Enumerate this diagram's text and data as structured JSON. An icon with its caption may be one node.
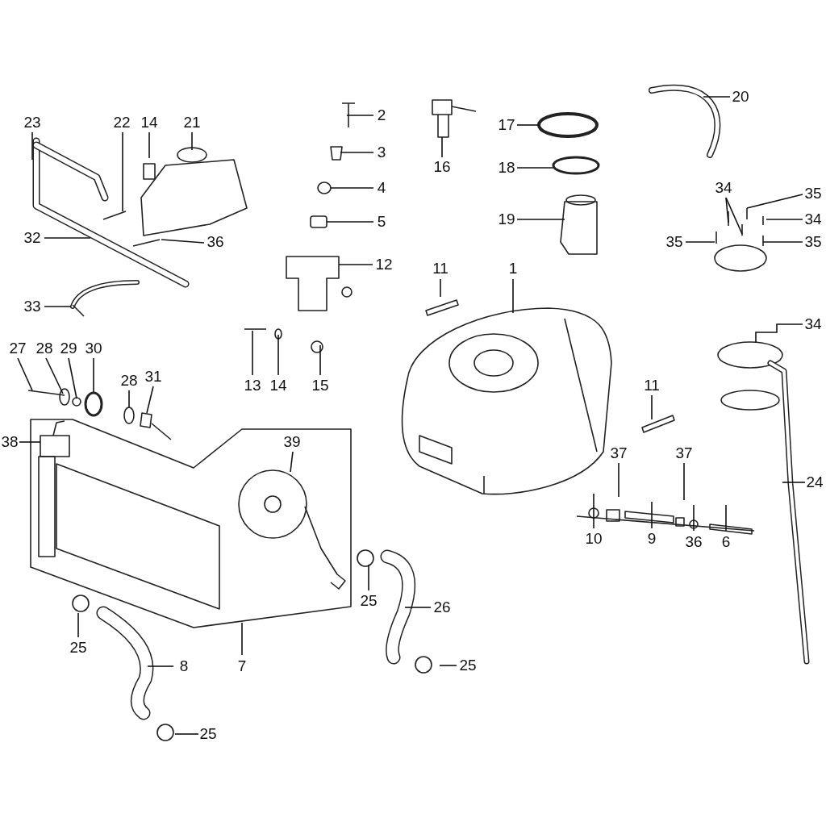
{
  "diagram": {
    "nodes": [
      {
        "text": [
          "23"
        ]
      },
      {
        "text": [
          "22"
        ]
      },
      {
        "text": [
          "14"
        ]
      },
      {
        "text": [
          "21"
        ]
      },
      {
        "text": [
          "2"
        ]
      },
      {
        "text": [
          "20"
        ]
      },
      {
        "text": [
          "17"
        ]
      },
      {
        "text": [
          "3"
        ]
      },
      {
        "text": [
          "16"
        ]
      },
      {
        "text": [
          "18"
        ]
      },
      {
        "text": [
          "4"
        ]
      },
      {
        "text": [
          "34"
        ]
      },
      {
        "text": [
          "35"
        ]
      },
      {
        "text": [
          "5"
        ]
      },
      {
        "text": [
          "19"
        ]
      },
      {
        "text": [
          "34"
        ]
      },
      {
        "text": [
          "32"
        ]
      },
      {
        "text": [
          "36"
        ]
      },
      {
        "text": [
          "35"
        ]
      },
      {
        "text": [
          "35"
        ]
      },
      {
        "text": [
          "12"
        ]
      },
      {
        "text": [
          "11"
        ]
      },
      {
        "text": [
          "1"
        ]
      },
      {
        "text": [
          "33"
        ]
      },
      {
        "text": [
          "34"
        ]
      },
      {
        "text": [
          "27"
        ]
      },
      {
        "text": [
          "28"
        ]
      },
      {
        "text": [
          "29"
        ]
      },
      {
        "text": [
          "30"
        ]
      },
      {
        "text": [
          "28"
        ]
      },
      {
        "text": [
          "31"
        ]
      },
      {
        "text": [
          "13"
        ]
      },
      {
        "text": [
          "14"
        ]
      },
      {
        "text": [
          "15"
        ]
      },
      {
        "text": [
          "11"
        ]
      },
      {
        "text": [
          "38"
        ]
      },
      {
        "text": [
          "39"
        ]
      },
      {
        "text": [
          "37"
        ]
      },
      {
        "text": [
          "37"
        ]
      },
      {
        "text": [
          "24"
        ]
      },
      {
        "text": [
          "10"
        ]
      },
      {
        "text": [
          "9"
        ]
      },
      {
        "text": [
          "36"
        ]
      },
      {
        "text": [
          "6"
        ]
      },
      {
        "text": [
          "25"
        ]
      },
      {
        "text": [
          "26"
        ]
      },
      {
        "text": [
          "25"
        ]
      },
      {
        "text": [
          "8"
        ]
      },
      {
        "text": [
          "7"
        ]
      },
      {
        "text": [
          "25"
        ]
      },
      {
        "text": [
          "25"
        ]
      }
    ],
    "edges": [
      {
        "from": 0,
        "to": null,
        "arrow": "none"
      },
      {
        "from": 1,
        "to": null,
        "arrow": "none"
      },
      {
        "from": 2,
        "to": null,
        "arrow": "none"
      },
      {
        "from": 3,
        "to": null,
        "arrow": "none"
      },
      {
        "from": 4,
        "to": null,
        "arrow": "none"
      },
      {
        "from": 5,
        "to": null,
        "arrow": "none"
      },
      {
        "from": 6,
        "to": null,
        "arrow": "none"
      },
      {
        "from": 7,
        "to": null,
        "arrow": "none"
      },
      {
        "from": 8,
        "to": null,
        "arrow": "none"
      },
      {
        "from": 9,
        "to": null,
        "arrow": "none"
      },
      {
        "from": 10,
        "to": null,
        "arrow": "none"
      },
      {
        "from": 11,
        "to": null,
        "arrow": "none"
      },
      {
        "from": 11,
        "to": null,
        "arrow": "none"
      },
      {
        "from": 12,
        "to": null,
        "arrow": "none"
      },
      {
        "from": 13,
        "to": null,
        "arrow": "none"
      },
      {
        "from": 14,
        "to": null,
        "arrow": "none"
      },
      {
        "from": 15,
        "to": null,
        "arrow": "none"
      },
      {
        "from": 16,
        "to": null,
        "arrow": "none"
      },
      {
        "from": 17,
        "to": null,
        "arrow": "none"
      },
      {
        "from": 18,
        "to": null,
        "arrow": "none"
      },
      {
        "from": 19,
        "to": null,
        "arrow": "none"
      },
      {
        "from": 20,
        "to": null,
        "arrow": "none"
      },
      {
        "from": 21,
        "to": null,
        "arrow": "none"
      },
      {
        "from": 22,
        "to": null,
        "arrow": "none"
      },
      {
        "from": 23,
        "to": null,
        "arrow": "none"
      },
      {
        "from": 24,
        "to": null,
        "arrow": "none"
      },
      {
        "from": 25,
        "to": null,
        "arrow": "none"
      },
      {
        "from": 26,
        "to": null,
        "arrow": "none"
      },
      {
        "from": 27,
        "to": null,
        "arrow": "none"
      },
      {
        "from": 28,
        "to": null,
        "arrow": "none"
      },
      {
        "from": 29,
        "to": null,
        "arrow": "none"
      },
      {
        "from": 30,
        "to": null,
        "arrow": "none"
      },
      {
        "from": 31,
        "to": null,
        "arrow": "none"
      },
      {
        "from": 32,
        "to": null,
        "arrow": "none"
      },
      {
        "from": 33,
        "to": null,
        "arrow": "none"
      },
      {
        "from": 34,
        "to": null,
        "arrow": "none"
      },
      {
        "from": 35,
        "to": null,
        "arrow": "none"
      },
      {
        "from": 36,
        "to": null,
        "arrow": "none"
      },
      {
        "from": 37,
        "to": null,
        "arrow": "none"
      },
      {
        "from": 38,
        "to": null,
        "arrow": "none"
      },
      {
        "from": 39,
        "to": null,
        "arrow": "none"
      },
      {
        "from": 40,
        "to": null,
        "arrow": "none"
      },
      {
        "from": 41,
        "to": null,
        "arrow": "none"
      },
      {
        "from": 42,
        "to": null,
        "arrow": "none"
      },
      {
        "from": 43,
        "to": null,
        "arrow": "none"
      },
      {
        "from": 44,
        "to": null,
        "arrow": "none"
      },
      {
        "from": 45,
        "to": null,
        "arrow": "none"
      },
      {
        "from": 46,
        "to": null,
        "arrow": "none"
      },
      {
        "from": 47,
        "to": null,
        "arrow": "none"
      },
      {
        "from": 48,
        "to": null,
        "arrow": "none"
      },
      {
        "from": 49,
        "to": null,
        "arrow": "none"
      },
      {
        "from": 50,
        "to": null,
        "arrow": "none"
      }
    ]
  }
}
